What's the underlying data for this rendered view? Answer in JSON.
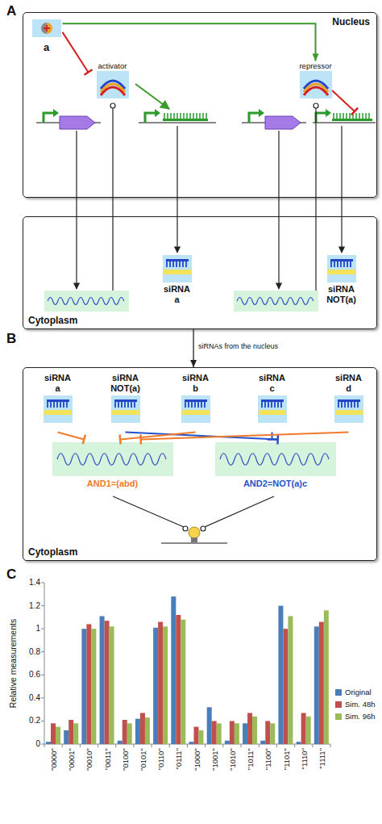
{
  "diagram": {
    "nodes": [
      {
        "text": [
          "Nucleus"
        ]
      },
      {
        "text": [
          "a"
        ],
        "in": 0
      },
      {
        "text": [
          "activator"
        ],
        "in": 0
      },
      {
        "text": [
          "repressor"
        ],
        "in": 0
      },
      {
        "text": [
          "Cytoplasm"
        ]
      },
      {
        "text": [
          "siRNA a"
        ],
        "in": 4
      },
      {
        "text": [
          "siRNA NOT(a)"
        ],
        "in": 4
      },
      {
        "text": [
          "Cytoplasm"
        ]
      },
      {
        "text": [
          "siRNA a"
        ],
        "in": 7
      },
      {
        "text": [
          "siRNA NOT(a)"
        ],
        "in": 7
      },
      {
        "text": [
          "siRNA b"
        ],
        "in": 7
      },
      {
        "text": [
          "siRNA c"
        ],
        "in": 7
      },
      {
        "text": [
          "siRNA d"
        ],
        "in": 7
      },
      {
        "text": [
          "AND1=(abd)"
        ],
        "in": 7
      },
      {
        "text": [
          "AND2=NOT(a)c"
        ],
        "in": 7
      }
    ],
    "edges": [
      {
        "from": 1,
        "to": 2,
        "arrow": "to"
      },
      {
        "from": 1,
        "to": 3,
        "arrow": "to"
      },
      {
        "from": 4,
        "to": 7,
        "arrow": "to",
        "label": "siRNAs from the nucleus"
      },
      {
        "from": 8,
        "to": 13,
        "arrow": "to"
      },
      {
        "from": 9,
        "to": 14,
        "arrow": "to"
      },
      {
        "from": 10,
        "to": 13,
        "arrow": "to"
      },
      {
        "from": 11,
        "to": 14,
        "arrow": "to"
      },
      {
        "from": 12,
        "to": 13,
        "arrow": "to"
      }
    ],
    "labels": [
      "A",
      "B",
      "C",
      "1.4",
      "1.2",
      "1",
      "0.8",
      "0.6",
      "0.4",
      "0.2",
      "0",
      "Relative measurements",
      "\"0000\"",
      "\"0001\"",
      "\"0010\"",
      "\"0011\"",
      "\"0100\"",
      "\"0101\"",
      "\"0110\"",
      "\"0111\"",
      "\"1000\"",
      "\"1001\"",
      "\"1010\"",
      "\"1011\"",
      "\"1100\"",
      "\"1101\"",
      "\"1110\"",
      "\"1111\""
    ],
    "legend": [
      {
        "text": "Original",
        "color": "#4a7ebb"
      },
      {
        "text": "Sim. 48h",
        "color": "#c0504d"
      },
      {
        "text": "Sim. 96h",
        "color": "#9bbb59"
      }
    ]
  }
}
